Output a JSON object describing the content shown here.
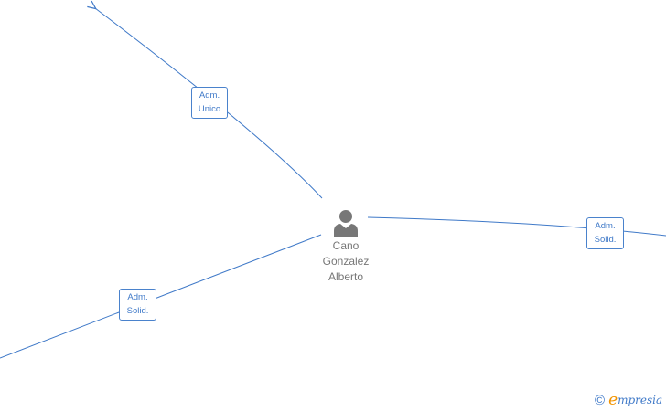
{
  "center_node": {
    "name_lines": [
      "Cano",
      "Gonzalez",
      "Alberto"
    ]
  },
  "relations": [
    {
      "line1": "Adm.",
      "line2": "Unico"
    },
    {
      "line1": "Adm.",
      "line2": "Solid."
    },
    {
      "line1": "Adm.",
      "line2": "Solid."
    }
  ],
  "brand": {
    "copyright": "©",
    "e_letter": "e",
    "rest": "mpresia"
  },
  "colors": {
    "edge": "#3f79c8",
    "node_icon": "#777777",
    "brand_orange": "#f29400"
  }
}
